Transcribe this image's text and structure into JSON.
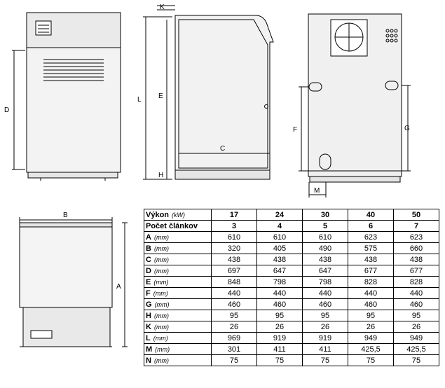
{
  "dimension_letters": {
    "front": [
      "D"
    ],
    "side": [
      "K",
      "L",
      "E",
      "C",
      "H"
    ],
    "rear": [
      "F",
      "G",
      "M"
    ],
    "bottom": [
      "B",
      "A"
    ]
  },
  "table": {
    "header_rows": [
      {
        "label": "Výkon",
        "unit": "(kW)",
        "values": [
          "17",
          "24",
          "30",
          "40",
          "50"
        ]
      },
      {
        "label": "Počet článkov",
        "unit": "",
        "values": [
          "3",
          "4",
          "5",
          "6",
          "7"
        ]
      }
    ],
    "rows": [
      {
        "label": "A",
        "unit": "(mm)",
        "values": [
          "610",
          "610",
          "610",
          "623",
          "623"
        ]
      },
      {
        "label": "B",
        "unit": "(mm)",
        "values": [
          "320",
          "405",
          "490",
          "575",
          "660"
        ]
      },
      {
        "label": "C",
        "unit": "(mm)",
        "values": [
          "438",
          "438",
          "438",
          "438",
          "438"
        ]
      },
      {
        "label": "D",
        "unit": "(mm)",
        "values": [
          "697",
          "647",
          "647",
          "677",
          "677"
        ]
      },
      {
        "label": "E",
        "unit": "(mm)",
        "values": [
          "848",
          "798",
          "798",
          "828",
          "828"
        ]
      },
      {
        "label": "F",
        "unit": "(mm)",
        "values": [
          "440",
          "440",
          "440",
          "440",
          "440"
        ]
      },
      {
        "label": "G",
        "unit": "(mm)",
        "values": [
          "460",
          "460",
          "460",
          "460",
          "460"
        ]
      },
      {
        "label": "H",
        "unit": "(mm)",
        "values": [
          "95",
          "95",
          "95",
          "95",
          "95"
        ]
      },
      {
        "label": "K",
        "unit": "(mm)",
        "values": [
          "26",
          "26",
          "26",
          "26",
          "26"
        ]
      },
      {
        "label": "L",
        "unit": "(mm)",
        "values": [
          "969",
          "919",
          "919",
          "949",
          "949"
        ]
      },
      {
        "label": "M",
        "unit": "(mm)",
        "values": [
          "301",
          "411",
          "411",
          "425,5",
          "425,5"
        ]
      },
      {
        "label": "N",
        "unit": "(mm)",
        "values": [
          "75",
          "75",
          "75",
          "75",
          "75"
        ]
      }
    ]
  }
}
